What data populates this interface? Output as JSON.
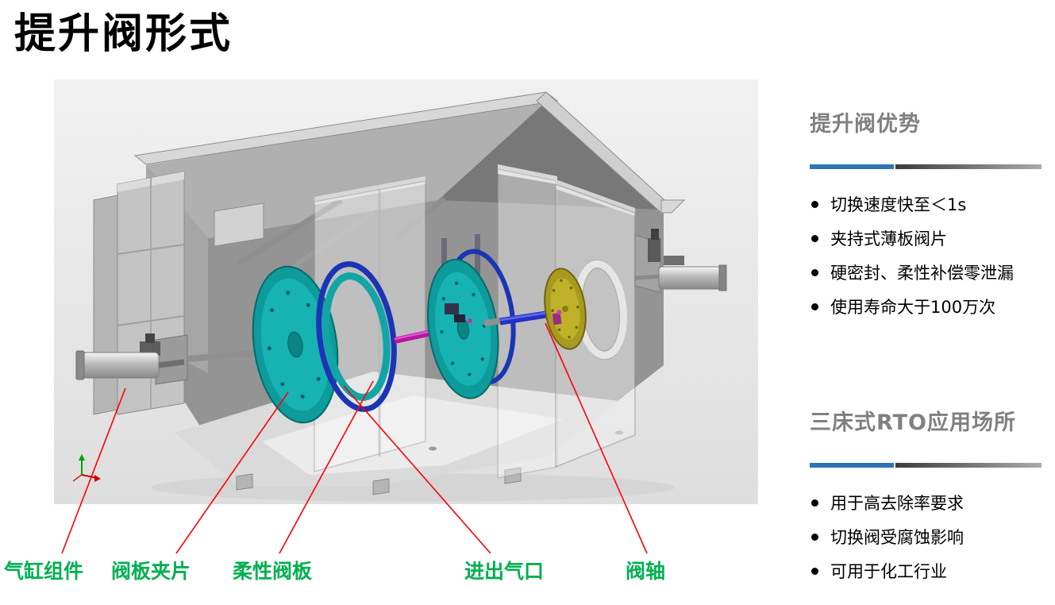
{
  "page": {
    "title": "提升阀形式"
  },
  "diagram": {
    "labels": [
      {
        "id": "cylinder-assembly",
        "text": "气缸组件"
      },
      {
        "id": "valve-plate-clip",
        "text": "阀板夹片"
      },
      {
        "id": "flexible-valve-plate",
        "text": "柔性阀板"
      },
      {
        "id": "inlet-outlet-port",
        "text": "进出气口"
      },
      {
        "id": "valve-shaft",
        "text": "阀轴"
      }
    ]
  },
  "sidebar": {
    "sections": [
      {
        "heading": "提升阀优势",
        "bullets": [
          "切换速度快至＜1s",
          "夹持式薄板阀片",
          "硬密封、柔性补偿零泄漏",
          "使用寿命大于100万次"
        ]
      },
      {
        "heading": "三床式RTO应用场所",
        "bullets": [
          "用于高去除率要求",
          "切换阀受腐蚀影响",
          "可用于化工行业"
        ]
      }
    ]
  },
  "colors": {
    "label_green": "#00b050",
    "accent_blue": "#2e74b5",
    "leader_red": "#ff0000",
    "heading_gray": "#808080"
  }
}
